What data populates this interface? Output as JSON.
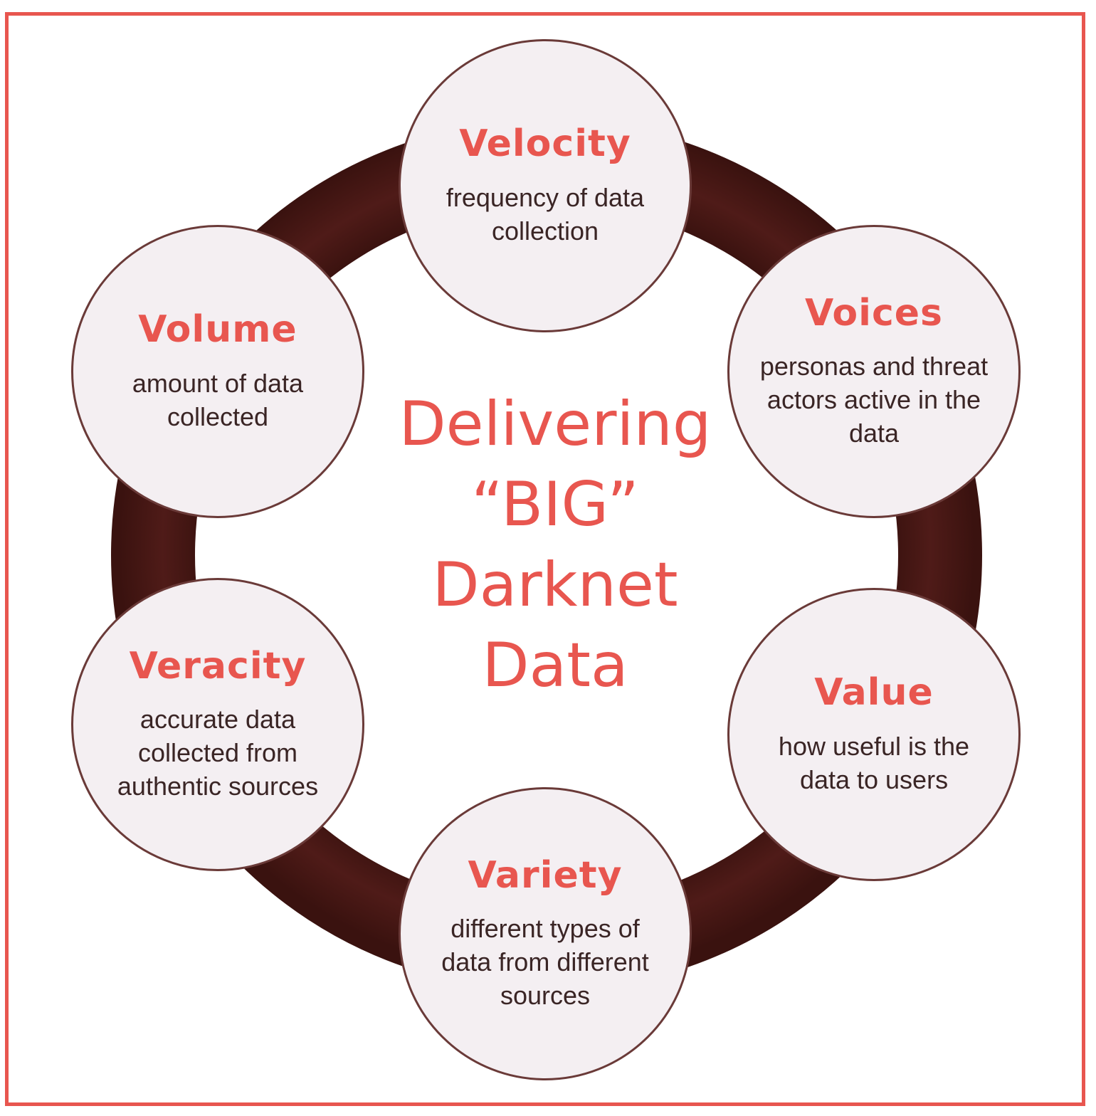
{
  "center_title": {
    "line1": "Delivering",
    "line2": "“BIG”",
    "line3": "Darknet",
    "line4": "Data"
  },
  "nodes": [
    {
      "key": "velocity",
      "title": "Velocity",
      "desc": "frequency of data collection"
    },
    {
      "key": "voices",
      "title": "Voices",
      "desc": "personas and threat actors active in the data"
    },
    {
      "key": "value",
      "title": "Value",
      "desc": "how useful is the data to users"
    },
    {
      "key": "variety",
      "title": "Variety",
      "desc": "different types of data from different sources"
    },
    {
      "key": "veracity",
      "title": "Veracity",
      "desc": "accurate data collected from authentic sources"
    },
    {
      "key": "volume",
      "title": "Volume",
      "desc": "amount of data collected"
    }
  ],
  "colors": {
    "accent": "#e8564f",
    "ring": "#4a1a17",
    "node_fill": "#f4eff2",
    "node_border": "#6a3a38",
    "desc_text": "#3a2525"
  }
}
